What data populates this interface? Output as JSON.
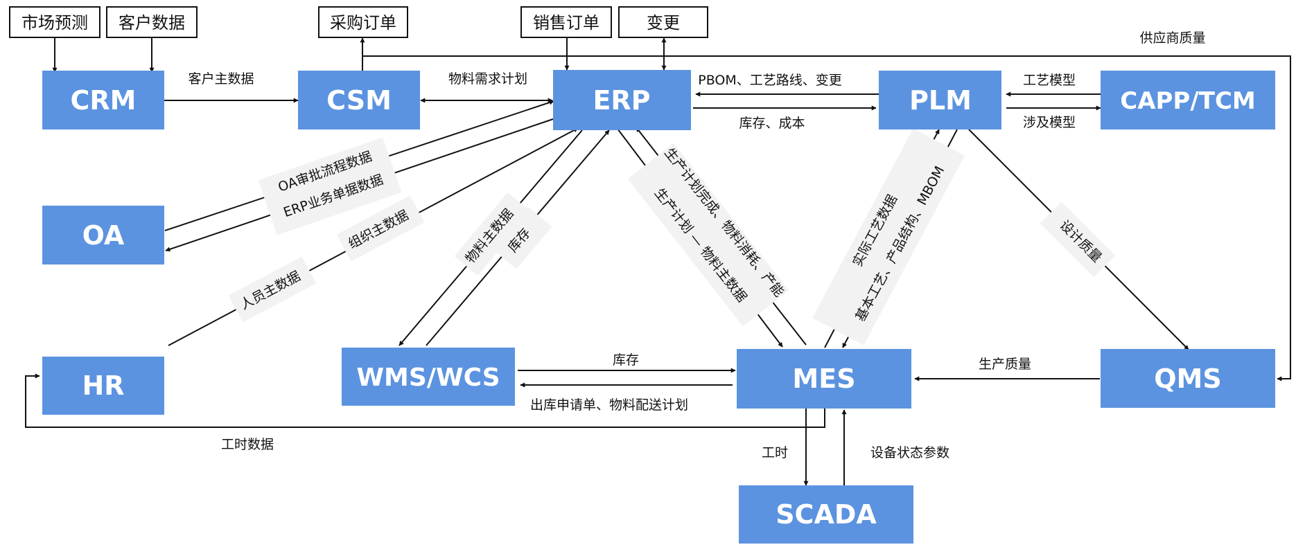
{
  "systems": {
    "crm": "CRM",
    "csm": "CSM",
    "erp": "ERP",
    "plm": "PLM",
    "capp": "CAPP/TCM",
    "oa": "OA",
    "hr": "HR",
    "wms": "WMS/WCS",
    "mes": "MES",
    "qms": "QMS",
    "scada": "SCADA"
  },
  "inputs": {
    "market_forecast": "市场预测",
    "customer_data": "客户数据",
    "purchase_order": "采购订单",
    "sales_order": "销售订单",
    "change": "变更"
  },
  "labels": {
    "supplier_quality": "供应商质量",
    "customer_master": "客户主数据",
    "material_plan": "物料需求计划",
    "pbom": "PBOM、工艺路线、变更",
    "inventory_cost": "库存、成本",
    "process_model": "工艺模型",
    "involved_model": "涉及模型",
    "oa_approval": "OA审批流程数据",
    "erp_business": "ERP业务单据数据",
    "org_master": "组织主数据",
    "staff_master": "人员主数据",
    "material_master_wms": "物料主数据",
    "inventory_wms": "库存",
    "prod_complete": "生产计划完成、物料消耗、产能",
    "prod_plan_material": "生产计划 — 物料主数据",
    "actual_process": "实际工艺数据",
    "basic_process": "基本工艺、产品结构、MBOM",
    "design_quality": "设计质量",
    "inventory_mes": "库存",
    "outbound": "出库申请单、物料配送计划",
    "prod_quality": "生产质量",
    "work_hours": "工时数据",
    "work_time": "工时",
    "equipment": "设备状态参数"
  },
  "colors": {
    "box": "#5b93e0",
    "line": "#111111",
    "label_bg": "#f2f2f2"
  }
}
